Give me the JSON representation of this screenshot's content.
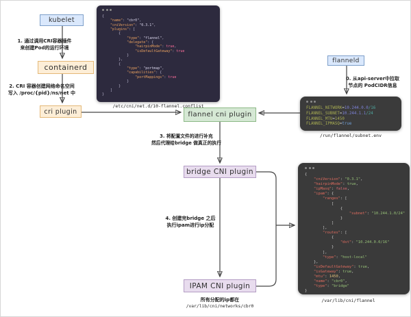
{
  "nodes": {
    "kubelet": {
      "label": "kubelet"
    },
    "containerd": {
      "label": "containerd"
    },
    "cri_plugin": {
      "label": "cri plugin"
    },
    "flannel_cni": {
      "label": "flannel cni plugin"
    },
    "flanneld": {
      "label": "flanneld"
    },
    "bridge_cni": {
      "label": "bridge CNI plugin"
    },
    "ipam_cni": {
      "label": "IPAM CNI plugin"
    }
  },
  "annotations": {
    "step0": {
      "line1": "0. 从api-server中拉取",
      "line2": "节点的 PodCIDR信息"
    },
    "step1": {
      "line1": "1. 通过调用CRI容器插件",
      "line2": "来创建Pod的运行环境"
    },
    "step2": {
      "line1": "2. CRI 容器创建网络命名空间",
      "line2": "写入 /proc/{pid}/ns/net 中"
    },
    "step3": {
      "line1": "3. 将配置文件的进行补充",
      "line2": "然后代理给bridge 做真正的执行"
    },
    "step4": {
      "line1": "4. 创建完bridge 之后",
      "line2": "执行ipam进行ip分配"
    },
    "allocation_note": {
      "line1": "所有分配的ip都在",
      "line2": "/var/lib/cni/networks/cbr0"
    }
  },
  "code_blocks": {
    "flannel_conflist": {
      "caption": "/etc/cni/net.d/10-flannel.conflist",
      "lines": [
        "{",
        "    \"name\": \"cbr0\",",
        "    \"cniVersion\": \"0.3.1\",",
        "    \"plugins\": [",
        "        {",
        "            \"type\": \"flannel\",",
        "            \"delegate\": {",
        "                \"hairpinMode\": true,",
        "                \"isDefaultGateway\": true",
        "            }",
        "        },",
        "        {",
        "            \"type\": \"portmap\",",
        "            \"capabilities\": {",
        "                \"portMappings\": true",
        "            }",
        "        }",
        "    ]",
        "}"
      ]
    },
    "subnet_env": {
      "caption": "/run/flannel/subnet.env",
      "lines": [
        "FLANNEL_NETWORK=10.244.0.0/16",
        "FLANNEL_SUBNET=10.244.1.1/24",
        "FLANNEL_MTU=1450",
        "FLANNEL_IPMASQ=true"
      ]
    },
    "flannel_delegate": {
      "caption": "/var/lib/cni/flannel",
      "lines": [
        "{",
        "    \"cniVersion\": \"0.3.1\",",
        "    \"hairpinMode\": true,",
        "    \"ipMasq\": false,",
        "    \"ipam\": {",
        "        \"ranges\": [",
        "            [",
        "                {",
        "                    \"subnet\": \"10.244.1.0/24\"",
        "                }",
        "            ]",
        "        ],",
        "        \"routes\": [",
        "            {",
        "                \"dst\": \"10.244.0.0/16\"",
        "            }",
        "        ],",
        "        \"type\": \"host-local\"",
        "    },",
        "    \"isDefaultGateway\": true,",
        "    \"isGateway\": true,",
        "    \"mtu\": 1450,",
        "    \"name\": \"cbr0\",",
        "    \"type\": \"bridge\"",
        "}"
      ]
    }
  },
  "palette": {
    "node_blue_bg": "#dae8fc",
    "node_blue_border": "#7d9fc9",
    "node_orange_bg": "#fdeed7",
    "node_orange_border": "#e4b877",
    "node_green_bg": "#d5e8d4",
    "node_green_border": "#8cb886",
    "node_purple_bg": "#e8dcee",
    "node_purple_border": "#b39cc4",
    "code_bg_purple": "#2d2a3e",
    "code_bg_gray": "#3a3a3a",
    "arrow": "#434343"
  }
}
